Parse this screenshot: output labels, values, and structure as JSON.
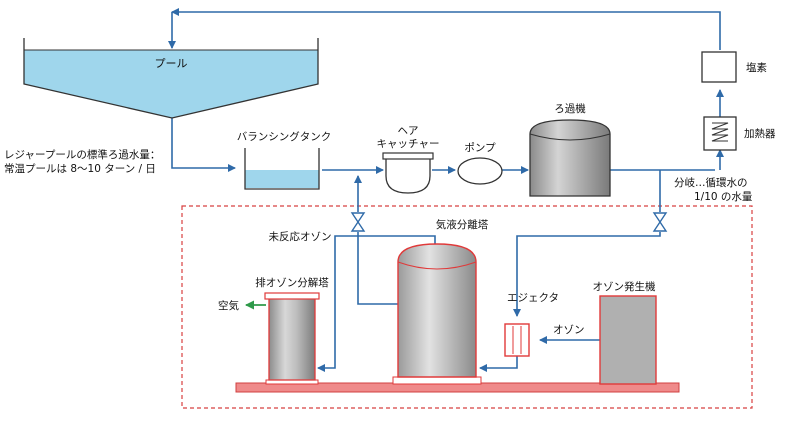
{
  "labels": {
    "pool": "プール",
    "pool_note_line1": "レジャープールの標準ろ過水量：",
    "pool_note_line2": "常温プールは 8～10 ターン / 日",
    "balancing_tank": "バランシングタンク",
    "hair_catcher_line1": "ヘア",
    "hair_catcher_line2": "キャッチャー",
    "pump": "ポンプ",
    "filter": "ろ過機",
    "chlorine": "塩素",
    "heater": "加熱器",
    "branch_line1": "分岐…循環水の",
    "branch_line2": "1/10 の水量",
    "unreacted_ozone": "未反応オゾン",
    "gas_liquid_separator": "気液分離塔",
    "exhaust_ozone_decomposer": "排オゾン分解塔",
    "air": "空気",
    "ejector": "エジェクタ",
    "ozone_generator": "オゾン発生機",
    "ozone": "オゾン"
  },
  "colors": {
    "flow_line": "#2f6aa8",
    "water": "#9fd6ec",
    "equipment_outline": "#e03a3a",
    "boundary": "#d84040",
    "vessel_body": "#a9a9a9",
    "base_plate": "#ef8a8a",
    "air_arrow": "#2f9a4a"
  }
}
